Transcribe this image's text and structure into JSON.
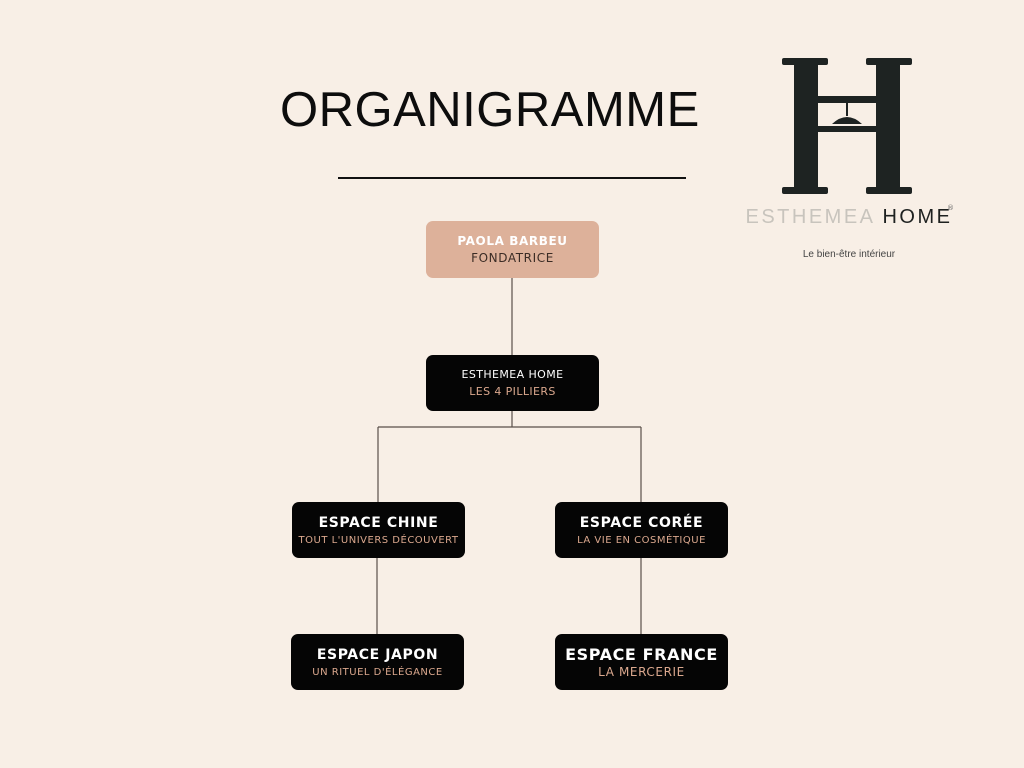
{
  "page": {
    "title": "ORGANIGRAMME",
    "background": "#f8efe6"
  },
  "logo": {
    "monogram": "H",
    "brand_light": "ESTHEMEA ",
    "brand_dark": "HOME",
    "registered": "®",
    "tagline": "Le bien-être intérieur"
  },
  "colors": {
    "founder_box": "#ddb19a",
    "dark_box": "#050505",
    "accent_text": "#dba88e",
    "connector": "#5a4f49"
  },
  "org_chart": {
    "founder": {
      "name": "PAOLA BARBEU",
      "role": "FONDATRICE"
    },
    "hub": {
      "name": "ESTHEMEA HOME",
      "role": "LES 4 PILLIERS"
    },
    "branches": [
      {
        "name": "ESPACE CHINE",
        "role": "TOUT L'UNIVERS DÉCOUVERT",
        "child": {
          "name": "ESPACE JAPON",
          "role": "UN RITUEL D'ÉLÉGANCE"
        }
      },
      {
        "name": "ESPACE CORÉE",
        "role": "LA VIE EN COSMÉTIQUE",
        "child": {
          "name": "ESPACE FRANCE",
          "role": "LA MERCERIE"
        }
      }
    ]
  }
}
